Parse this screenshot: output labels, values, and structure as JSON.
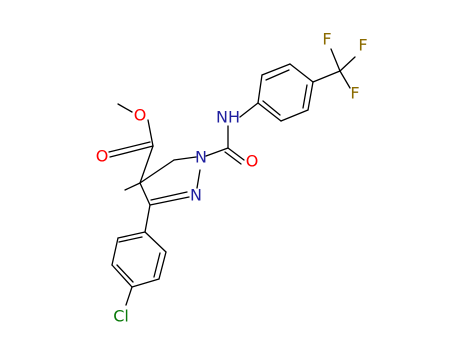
{
  "colors": {
    "bond": "#000000",
    "oxygen": "#ff0000",
    "nitrogen": "#1f1f9f",
    "fluorine": "#8b6b00",
    "chlorine": "#0a7a0a",
    "background": "#ffffff"
  },
  "atoms": {
    "o_methoxy": "O",
    "o_carbonyl_ester": "O",
    "o_carbonyl_amide": "O",
    "nh_amide": "NH",
    "n1_ring": "N",
    "n2_ring": "N",
    "f_top": "F",
    "f_middle": "F",
    "f_bottom": "F",
    "cl": "Cl"
  }
}
